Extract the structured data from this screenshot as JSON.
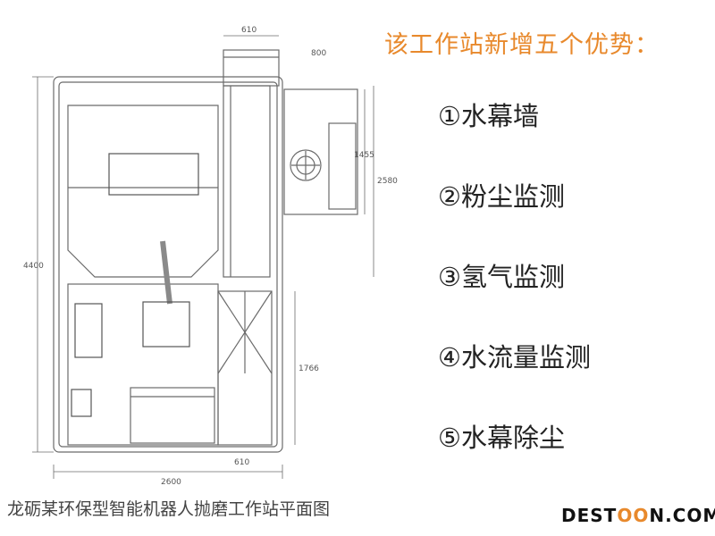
{
  "heading": "该工作站新增五个优势：",
  "features": [
    "①水幕墙",
    "②粉尘监测",
    "③氢气监测",
    "④水流量监测",
    "⑤水幕除尘"
  ],
  "caption": "龙砺某环保型智能机器人抛磨工作站平面图",
  "brand": {
    "part1": "DEST",
    "part2": "OO",
    "part3": "N.COM"
  },
  "dimensions": {
    "top_width": "610",
    "right_top": "800",
    "right_mid": "1455",
    "right_total": "2580",
    "left_total": "4400",
    "right_low": "1766",
    "bottom_total": "2600",
    "bottom_small": "610"
  },
  "colors": {
    "accent": "#e8892c",
    "text": "#222222",
    "line": "#6b6b6b"
  }
}
